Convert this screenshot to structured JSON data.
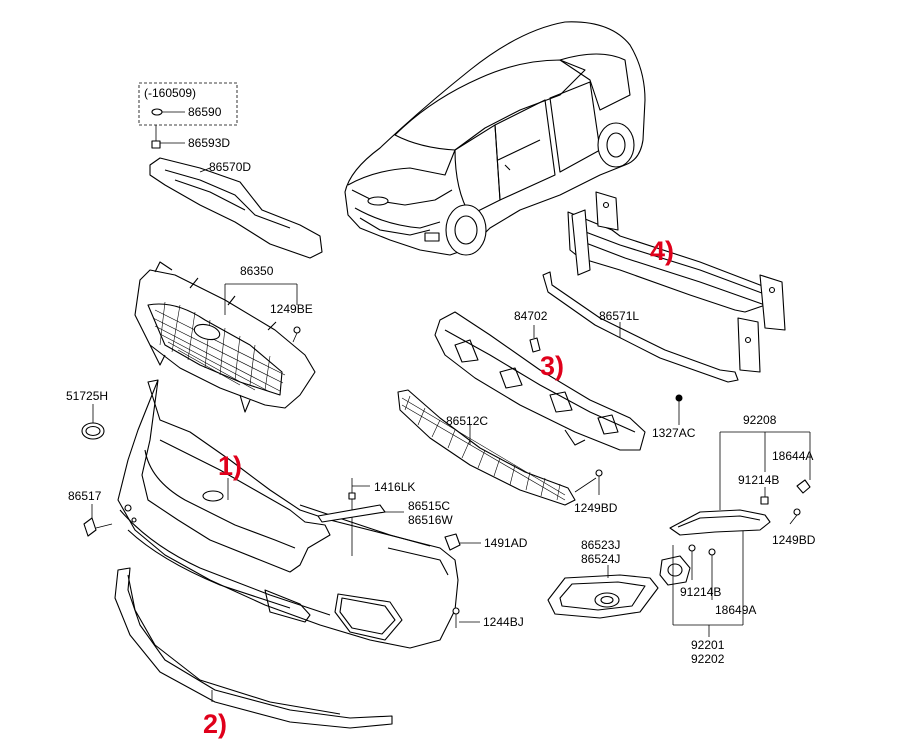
{
  "colors": {
    "marker": "#e0001b",
    "ink": "#000000"
  },
  "labels": {
    "l160509": "(-160509)",
    "l86590": "86590",
    "l86593D": "86593D",
    "l86570D": "86570D",
    "l86350": "86350",
    "l1249BE": "1249BE",
    "l51725H": "51725H",
    "l86517": "86517",
    "l1416LK": "1416LK",
    "l86515C": "86515C",
    "l86516W": "86516W",
    "l1491AD": "1491AD",
    "l1244BJ": "1244BJ",
    "l86512C": "86512C",
    "l1249BD_a": "1249BD",
    "l84702": "84702",
    "l86571L": "86571L",
    "l1327AC": "1327AC",
    "l92208": "92208",
    "l18644A": "18644A",
    "l91214B_a": "91214B",
    "l1249BD_b": "1249BD",
    "l86523J": "86523J",
    "l86524J": "86524J",
    "l91214B_b": "91214B",
    "l18649A": "18649A",
    "l92201": "92201",
    "l92202": "92202"
  },
  "markers": {
    "m1": "1)",
    "m2": "2)",
    "m3": "3)",
    "m4": "4)"
  }
}
